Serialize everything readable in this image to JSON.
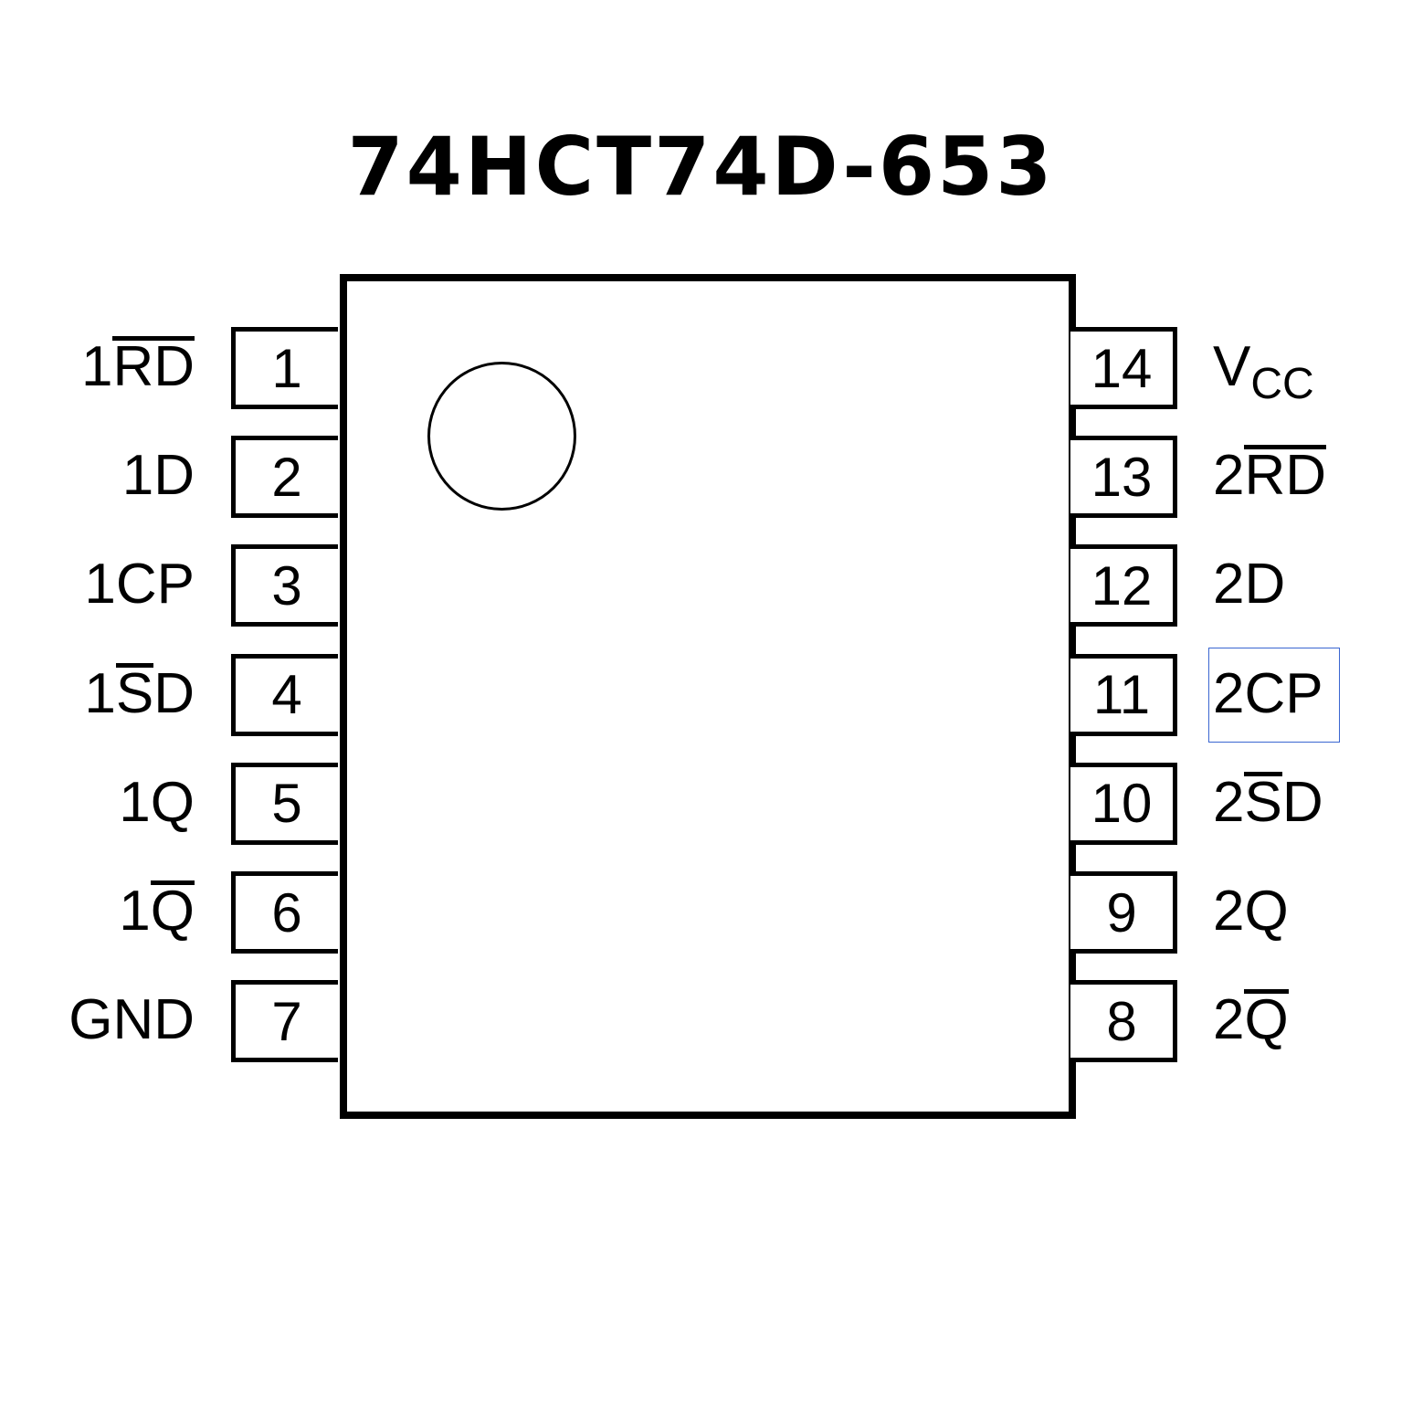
{
  "title": "74HCT74D-653",
  "left_pins": [
    {
      "number": "1",
      "pre": "1",
      "over": "RD",
      "post": ""
    },
    {
      "number": "2",
      "pre": "1D",
      "over": "",
      "post": ""
    },
    {
      "number": "3",
      "pre": "1CP",
      "over": "",
      "post": ""
    },
    {
      "number": "4",
      "pre": "1",
      "over": "S",
      "post": "D"
    },
    {
      "number": "5",
      "pre": "1Q",
      "over": "",
      "post": ""
    },
    {
      "number": "6",
      "pre": "1",
      "over": "Q",
      "post": ""
    },
    {
      "number": "7",
      "pre": "GND",
      "over": "",
      "post": ""
    }
  ],
  "right_pins": [
    {
      "number": "14",
      "pre": "V",
      "over": "",
      "post": "",
      "sub": "CC"
    },
    {
      "number": "13",
      "pre": "2",
      "over": "RD",
      "post": ""
    },
    {
      "number": "12",
      "pre": "2D",
      "over": "",
      "post": ""
    },
    {
      "number": "11",
      "pre": "2CP",
      "over": "",
      "post": ""
    },
    {
      "number": "10",
      "pre": "2",
      "over": "S",
      "post": "D"
    },
    {
      "number": "9",
      "pre": "2Q",
      "over": "",
      "post": ""
    },
    {
      "number": "8",
      "pre": "2",
      "over": "Q",
      "post": ""
    }
  ]
}
